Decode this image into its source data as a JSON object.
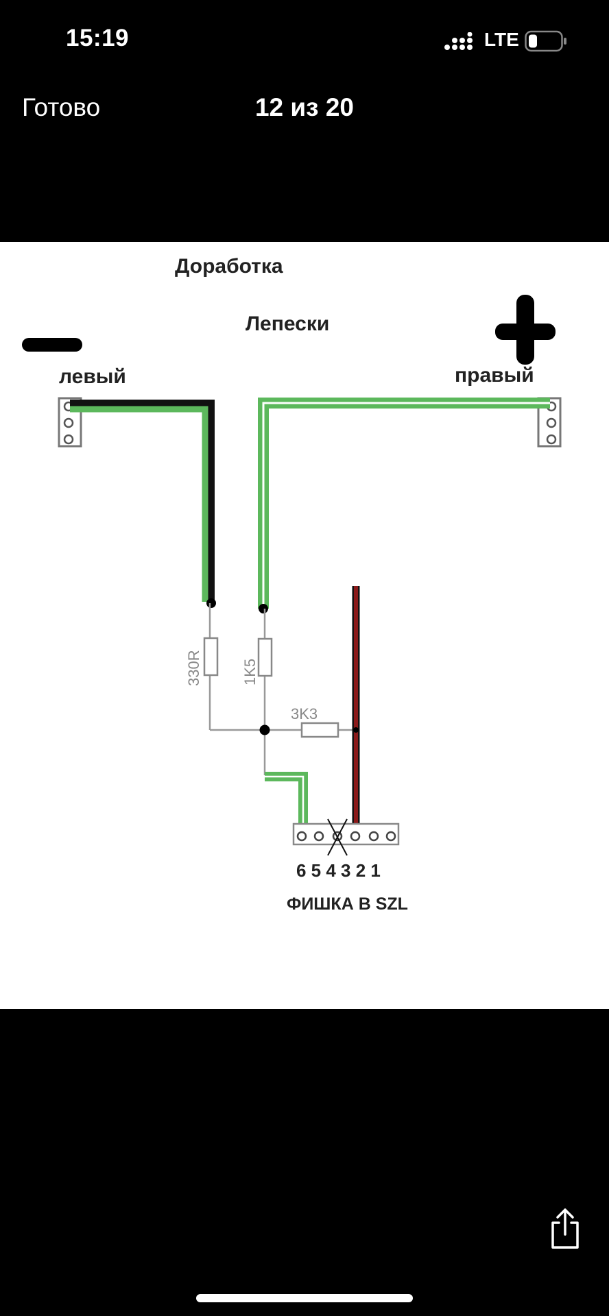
{
  "status_bar": {
    "time": "15:19",
    "carrier": "LTE"
  },
  "nav": {
    "done_label": "Готово",
    "counter": "12 из 20"
  },
  "diagram": {
    "title": "Доработка",
    "subtitle": "Лепески",
    "left_label": "левый",
    "right_label": "правый",
    "resistors": {
      "r1": "330R",
      "r2": "1K5",
      "r3": "3K3"
    },
    "pin_numbers": "6 5 4 3 2 1",
    "connector_label": "ФИШКА В SZL"
  },
  "colors": {
    "wire_green": "#5cb85c",
    "wire_red": "#8b1a1a",
    "wire_black": "#111111"
  },
  "icons": [
    "signal-icon",
    "battery-icon",
    "share-icon"
  ]
}
